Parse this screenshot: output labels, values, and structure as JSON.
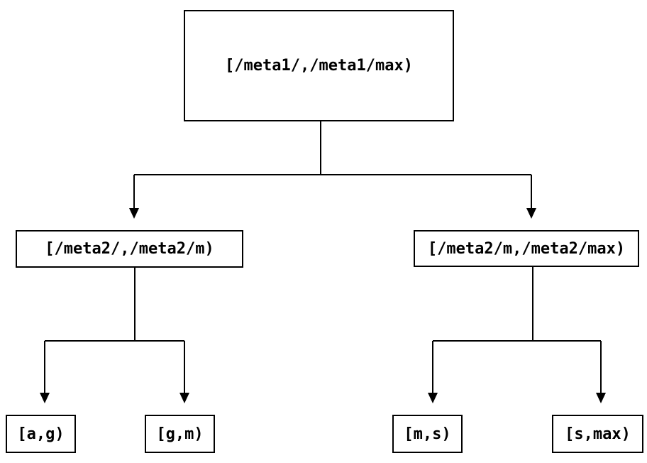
{
  "colors": {
    "background": "#ffffff",
    "line": "#000000",
    "text": "#000000"
  },
  "nodes": {
    "root": {
      "label": "[/meta1/,/meta1/max)"
    },
    "meta2_low": {
      "label": "[/meta2/,/meta2/m)"
    },
    "meta2_high": {
      "label": "[/meta2/m,/meta2/max)"
    },
    "leaf_a_g": {
      "label": "[a,g)"
    },
    "leaf_g_m": {
      "label": "[g,m)"
    },
    "leaf_m_s": {
      "label": "[m,s)"
    },
    "leaf_s_max": {
      "label": "[s,max)"
    }
  }
}
